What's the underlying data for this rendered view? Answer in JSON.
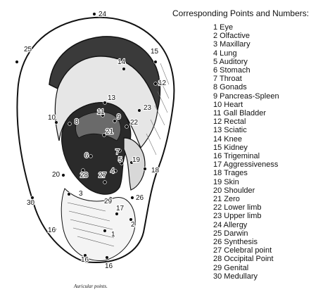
{
  "title": "Corresponding Points and Numbers:",
  "caption": "Auricular points.",
  "legend": [
    "1 Eye",
    "2 Olfactive",
    "3 Maxillary",
    "4 Lung",
    "5 Auditory",
    "6 Stomach",
    "7 Throat",
    "8 Gonads",
    "9 Pancreas-Spleen",
    "10 Heart",
    "11 Gall Bladder",
    "12 Rectal",
    "13 Sciatic",
    "14 Knee",
    "15 Kidney",
    "16 Trigeminal",
    "17 Aggressiveness",
    "18 Trages",
    "19 Skin",
    "20 Shoulder",
    "21 Zero",
    "22 Lower limb",
    "23 Upper limb",
    "24 Allergy",
    "25 Darwin",
    "26 Synthesis",
    "27 Celebral point",
    "28 Occipital Point",
    "29 Genital",
    "30 Medullary"
  ],
  "points": [
    {
      "n": "24"
    },
    {
      "n": "25"
    },
    {
      "n": "15"
    },
    {
      "n": "14"
    },
    {
      "n": "12"
    },
    {
      "n": "13"
    },
    {
      "n": "23"
    },
    {
      "n": "10"
    },
    {
      "n": "8"
    },
    {
      "n": "11"
    },
    {
      "n": "9"
    },
    {
      "n": "22"
    },
    {
      "n": "21"
    },
    {
      "n": "7"
    },
    {
      "n": "6"
    },
    {
      "n": "5"
    },
    {
      "n": "19"
    },
    {
      "n": "18"
    },
    {
      "n": "4"
    },
    {
      "n": "20"
    },
    {
      "n": "28"
    },
    {
      "n": "27"
    },
    {
      "n": "3"
    },
    {
      "n": "30"
    },
    {
      "n": "29"
    },
    {
      "n": "26"
    },
    {
      "n": "17"
    },
    {
      "n": "2"
    },
    {
      "n": "16"
    },
    {
      "n": "1"
    },
    {
      "n": "16"
    },
    {
      "n": "16"
    }
  ],
  "colors": {
    "ink": "#111111",
    "paper": "#ffffff"
  }
}
